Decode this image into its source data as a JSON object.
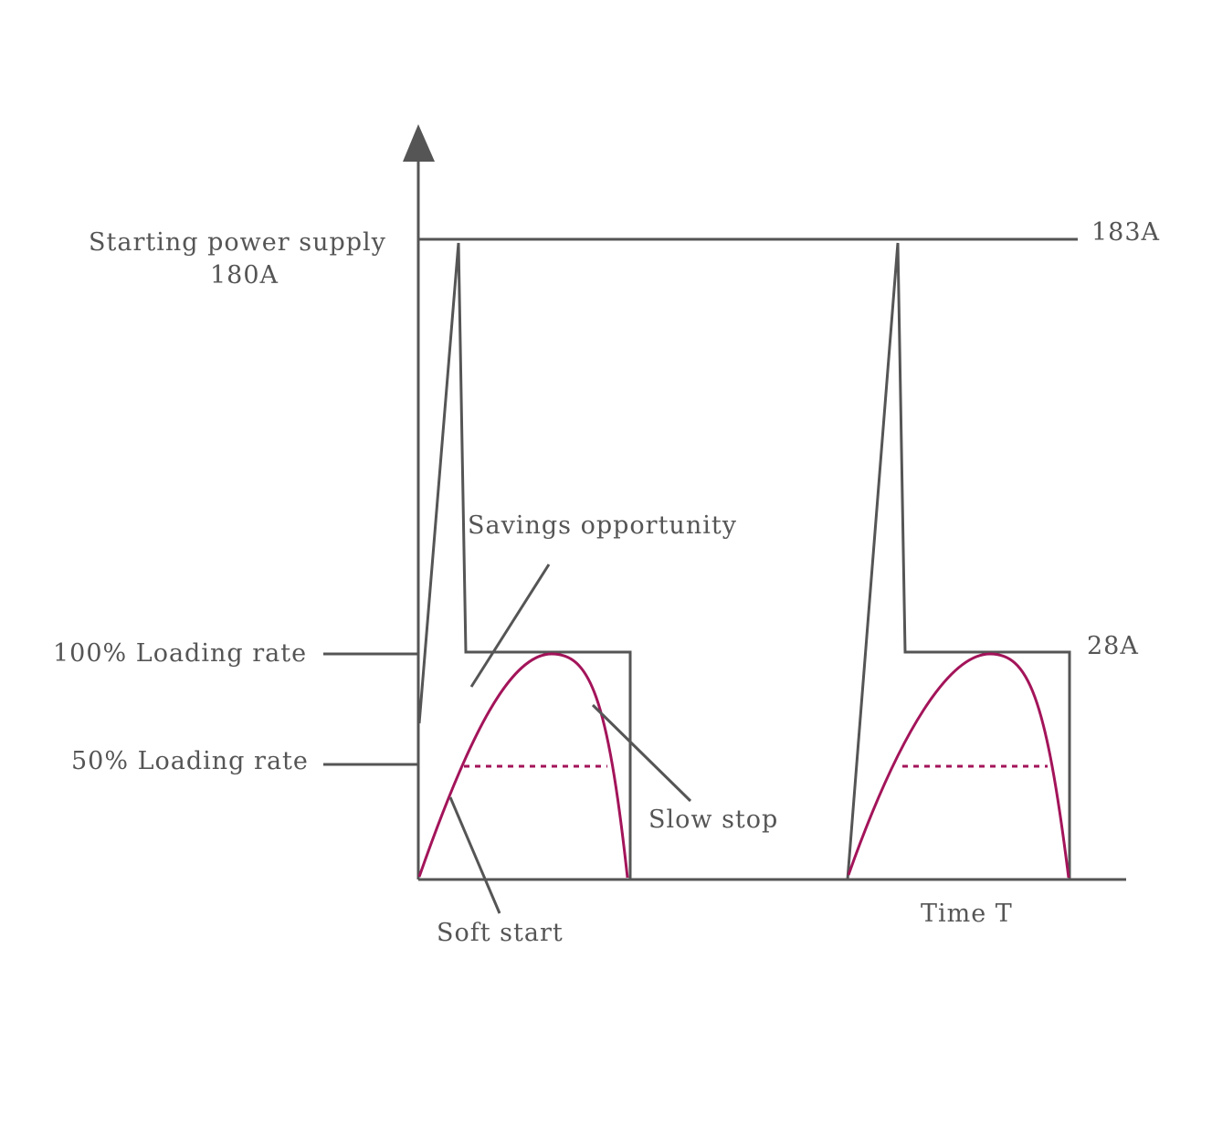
{
  "labels": {
    "starting_power_line1": "Starting power supply",
    "starting_power_line2": "180A",
    "peak_value": "183A",
    "load_100": "100% Loading rate",
    "load_50": "50% Loading rate",
    "rated_value": "28A",
    "savings": "Savings opportunity",
    "slow_stop": "Slow stop",
    "soft_start": "Soft start",
    "time_axis": "Time T"
  },
  "colors": {
    "ink": "#555555",
    "curve": "#a3145a"
  }
}
